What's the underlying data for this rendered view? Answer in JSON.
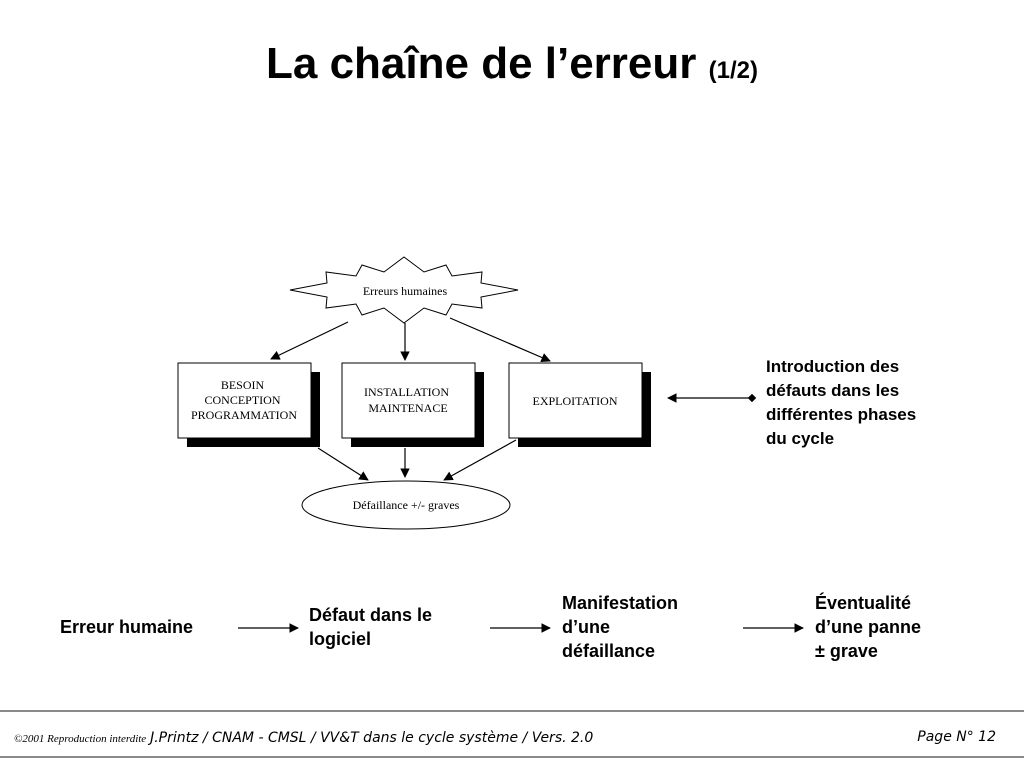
{
  "title": {
    "main": "La chaîne de l’erreur",
    "sub": "(1/2)"
  },
  "diagram": {
    "star_label": "Erreurs humaines",
    "boxes": [
      {
        "lines": [
          "BESOIN",
          "CONCEPTION",
          "PROGRAMMATION"
        ]
      },
      {
        "lines": [
          "INSTALLATION",
          "MAINTENACE"
        ]
      },
      {
        "lines": [
          "EXPLOITATION"
        ]
      }
    ],
    "ellipse_label": "Défaillance +/- graves"
  },
  "note": {
    "lines": [
      "Introduction des",
      "défauts dans les",
      "différentes phases",
      "du cycle"
    ]
  },
  "chain": {
    "step1": [
      "Erreur humaine"
    ],
    "step2": [
      "Défaut dans le",
      "logiciel"
    ],
    "step3": [
      "Manifestation",
      "d’une",
      "défaillance"
    ],
    "step4": [
      "Éventualité",
      "d’une panne",
      "± grave"
    ]
  },
  "footer": {
    "copyright": "©2001 Reproduction interdite",
    "author": "J.Printz / CNAM - CMSL / VV&T dans le cycle système / Vers. 2.0",
    "page": "Page N° 12"
  }
}
